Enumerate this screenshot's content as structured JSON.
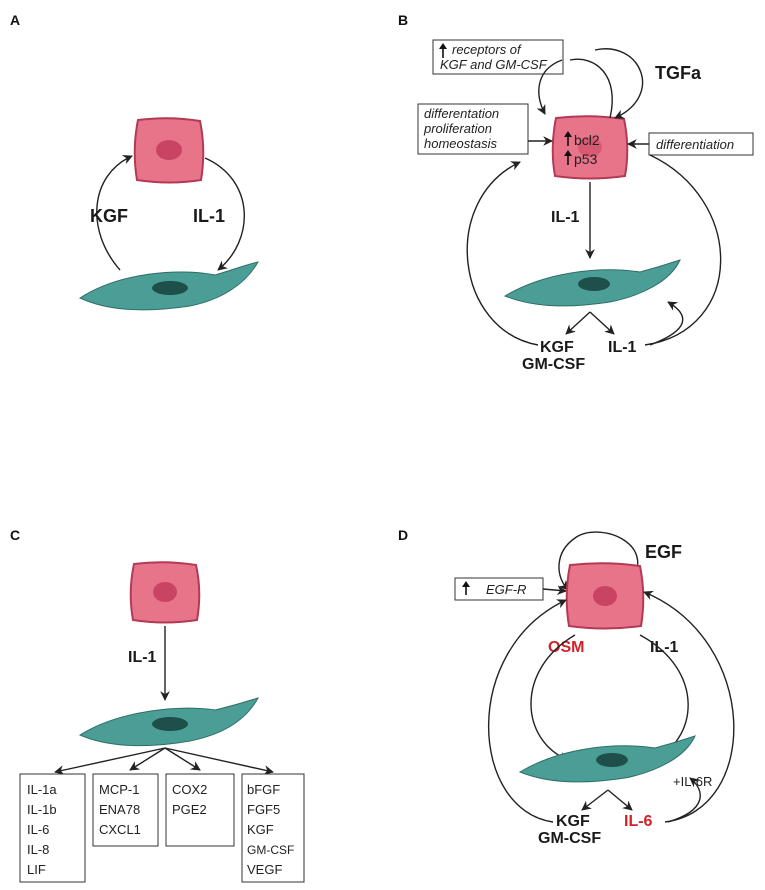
{
  "panels": {
    "a": {
      "letter": "A",
      "left_label": "KGF",
      "right_label": "IL-1"
    },
    "b": {
      "letter": "B",
      "box_receptors_line1": "receptors of",
      "box_receptors_line2": "KGF and GM-CSF",
      "tgf": "TGFa",
      "box_diff_line1": "differentation",
      "box_diff_line2": "proliferation",
      "box_diff_line3": "homeostasis",
      "box_right": "differentiation",
      "bcl2": "bcl2",
      "p53": "p53",
      "il1_center": "IL-1",
      "kgf": "KGF",
      "gmcsf": "GM-CSF",
      "il1_bottom": "IL-1"
    },
    "c": {
      "letter": "C",
      "il1": "IL-1",
      "box1": [
        "IL-1a",
        "IL-1b",
        "IL-6",
        "IL-8",
        "LIF"
      ],
      "box2": [
        "MCP-1",
        "ENA78",
        "CXCL1"
      ],
      "box3": [
        "COX2",
        "PGE2"
      ],
      "box4": [
        "bFGF",
        "FGF5",
        "KGF",
        "GM-CSF",
        "VEGF"
      ]
    },
    "d": {
      "letter": "D",
      "egf": "EGF",
      "box_egfr": "EGF-R",
      "osm": "OSM",
      "il1": "IL-1",
      "il6r": "+IL-6R",
      "kgf": "KGF",
      "gmcsf": "GM-CSF",
      "il6": "IL-6"
    }
  },
  "icons": [
    "up-arrow-icon",
    "keratinocyte-cell-icon",
    "fibroblast-cell-icon"
  ],
  "colors": {
    "keratinocyte": "#e8748a",
    "fibroblast": "#4b9e96",
    "highlight": "#d42027"
  }
}
